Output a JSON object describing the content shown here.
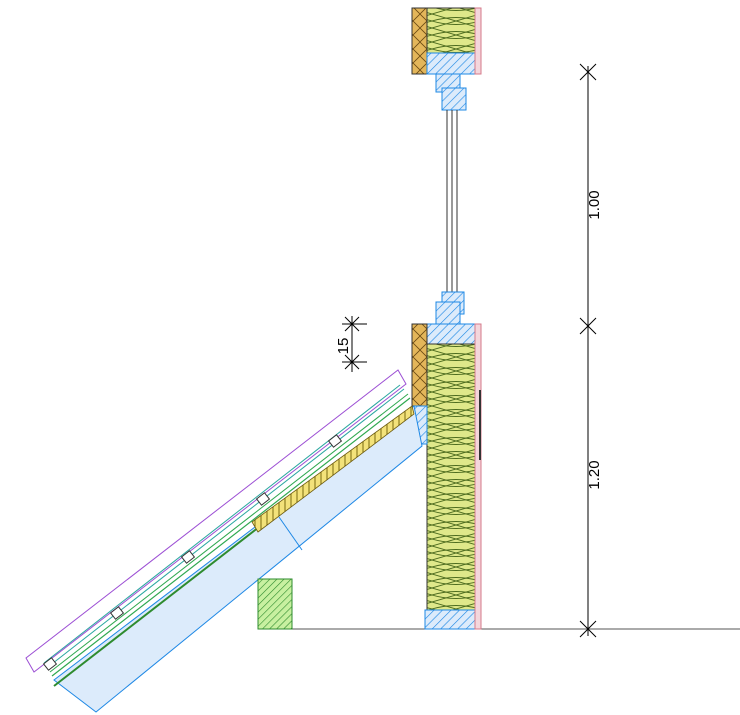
{
  "drawing": {
    "colors": {
      "glass_blue": "#dcebfb",
      "frame_blue": "#1e88e5",
      "insulation_yellow": "#dfe88a",
      "insulation_line": "#4c6b1e",
      "timber": "#e3b65a",
      "tile_purple": "#9c4fd4",
      "membrane_green": "#2fa84f",
      "rafter_green": "#9ad95a",
      "cladding_pink": "#d47a8a",
      "dim_line": "#000000",
      "ground_line": "#555555"
    },
    "dimensions": {
      "upper": "1.00",
      "lower": "1.20",
      "overlap": "15"
    }
  }
}
